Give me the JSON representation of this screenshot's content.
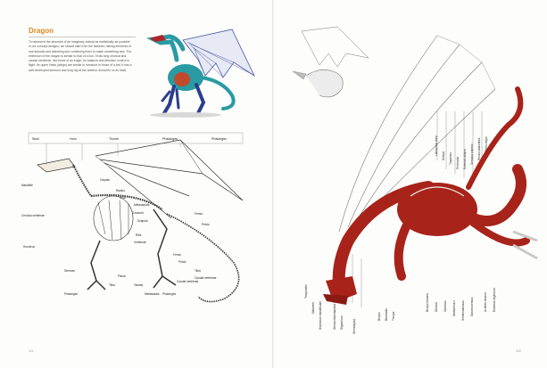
{
  "heading": "Dragon",
  "body_text": "To represent the structure of an imaginary animal as realistically as possible in our concept designs, we should start from the skeleton, taking elements of real animals and distorting and combining them to make something new. The extension of the dragon is similar to that of a lion. It has long cervical and caudal vertebrae, like those of an eagle, for balance and direction control in flight. Its upper limbs (wings) are similar in structure to those of a bat. It has a well-developed sternum and long ray at the anterior dorsal fin on its back.",
  "skeleton_labels": {
    "top": [
      "Skull",
      "Horn",
      "Thumb",
      "Phalanges",
      "Phalanges"
    ],
    "left": [
      "Mandible",
      "Cervical vertebrae",
      "Humerus",
      "Sternum",
      "Phalanges"
    ],
    "middle": [
      "Carpals",
      "Radius",
      "Ulna",
      "Metacarpals",
      "Coracoid",
      "Scapula",
      "Ribs",
      "Vertebrae",
      "Fibula",
      "Tibia",
      "Tarsals",
      "Metatarsals",
      "Phalanges",
      "Femur",
      "Pelvis",
      "Caudal vertebrae"
    ],
    "right": [
      "Femur",
      "Pelvis",
      "Tibia",
      "Caudal vertebrae"
    ]
  },
  "muscle_labels": {
    "left": [
      "Temporalis",
      "Masseter",
      "Depressor mandibulae",
      "Sternocleidomastoid",
      "Digastricus",
      "Sternohyoid",
      "Biceps",
      "Brachialis",
      "Triceps"
    ],
    "center": [
      "Latissimus dorsi",
      "Deltoid",
      "Trapezius",
      "Pectoralis",
      "External oblique",
      "Serratus anterior",
      "Rectus abdominis",
      "Teres major",
      "Biceps femoris",
      "Gluteus",
      "Sartorius",
      "Iliotibial tract",
      "Semitendinosus",
      "Gastrocnemius",
      "Achilles tendon",
      "Extensor digitorum"
    ]
  },
  "folio_left": "114",
  "folio_right": "115",
  "colors": {
    "heading": "#d98a1e",
    "muscle": "#a8231a",
    "bone": "#f1ece2",
    "body_teal": "#2a9aa3",
    "body_navy": "#2b3d8c"
  }
}
